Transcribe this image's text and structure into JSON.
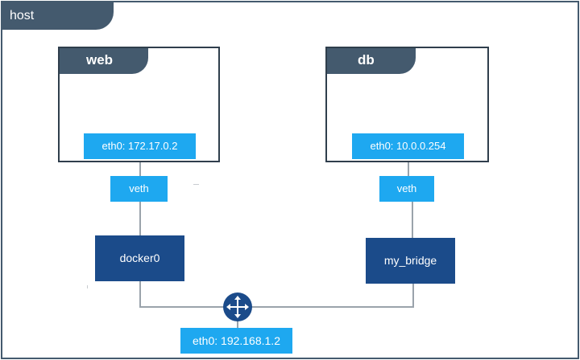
{
  "host": {
    "label": "host"
  },
  "containers": {
    "web": {
      "name": "web",
      "eth0": "eth0: 172.17.0.2",
      "veth": "veth"
    },
    "db": {
      "name": "db",
      "eth0": "eth0: 10.0.0.254",
      "veth": "veth"
    }
  },
  "bridges": {
    "docker0": "docker0",
    "my_bridge": "my_bridge"
  },
  "host_interface": {
    "eth0": "eth0: 192.168.1.2"
  },
  "colors": {
    "frame": "#445a6e",
    "interface": "#1ea8f0",
    "bridge": "#1b4b8a",
    "router": "#1b4b8a",
    "wire": "#9aa3ab"
  },
  "icons": {
    "router": "router-icon"
  }
}
